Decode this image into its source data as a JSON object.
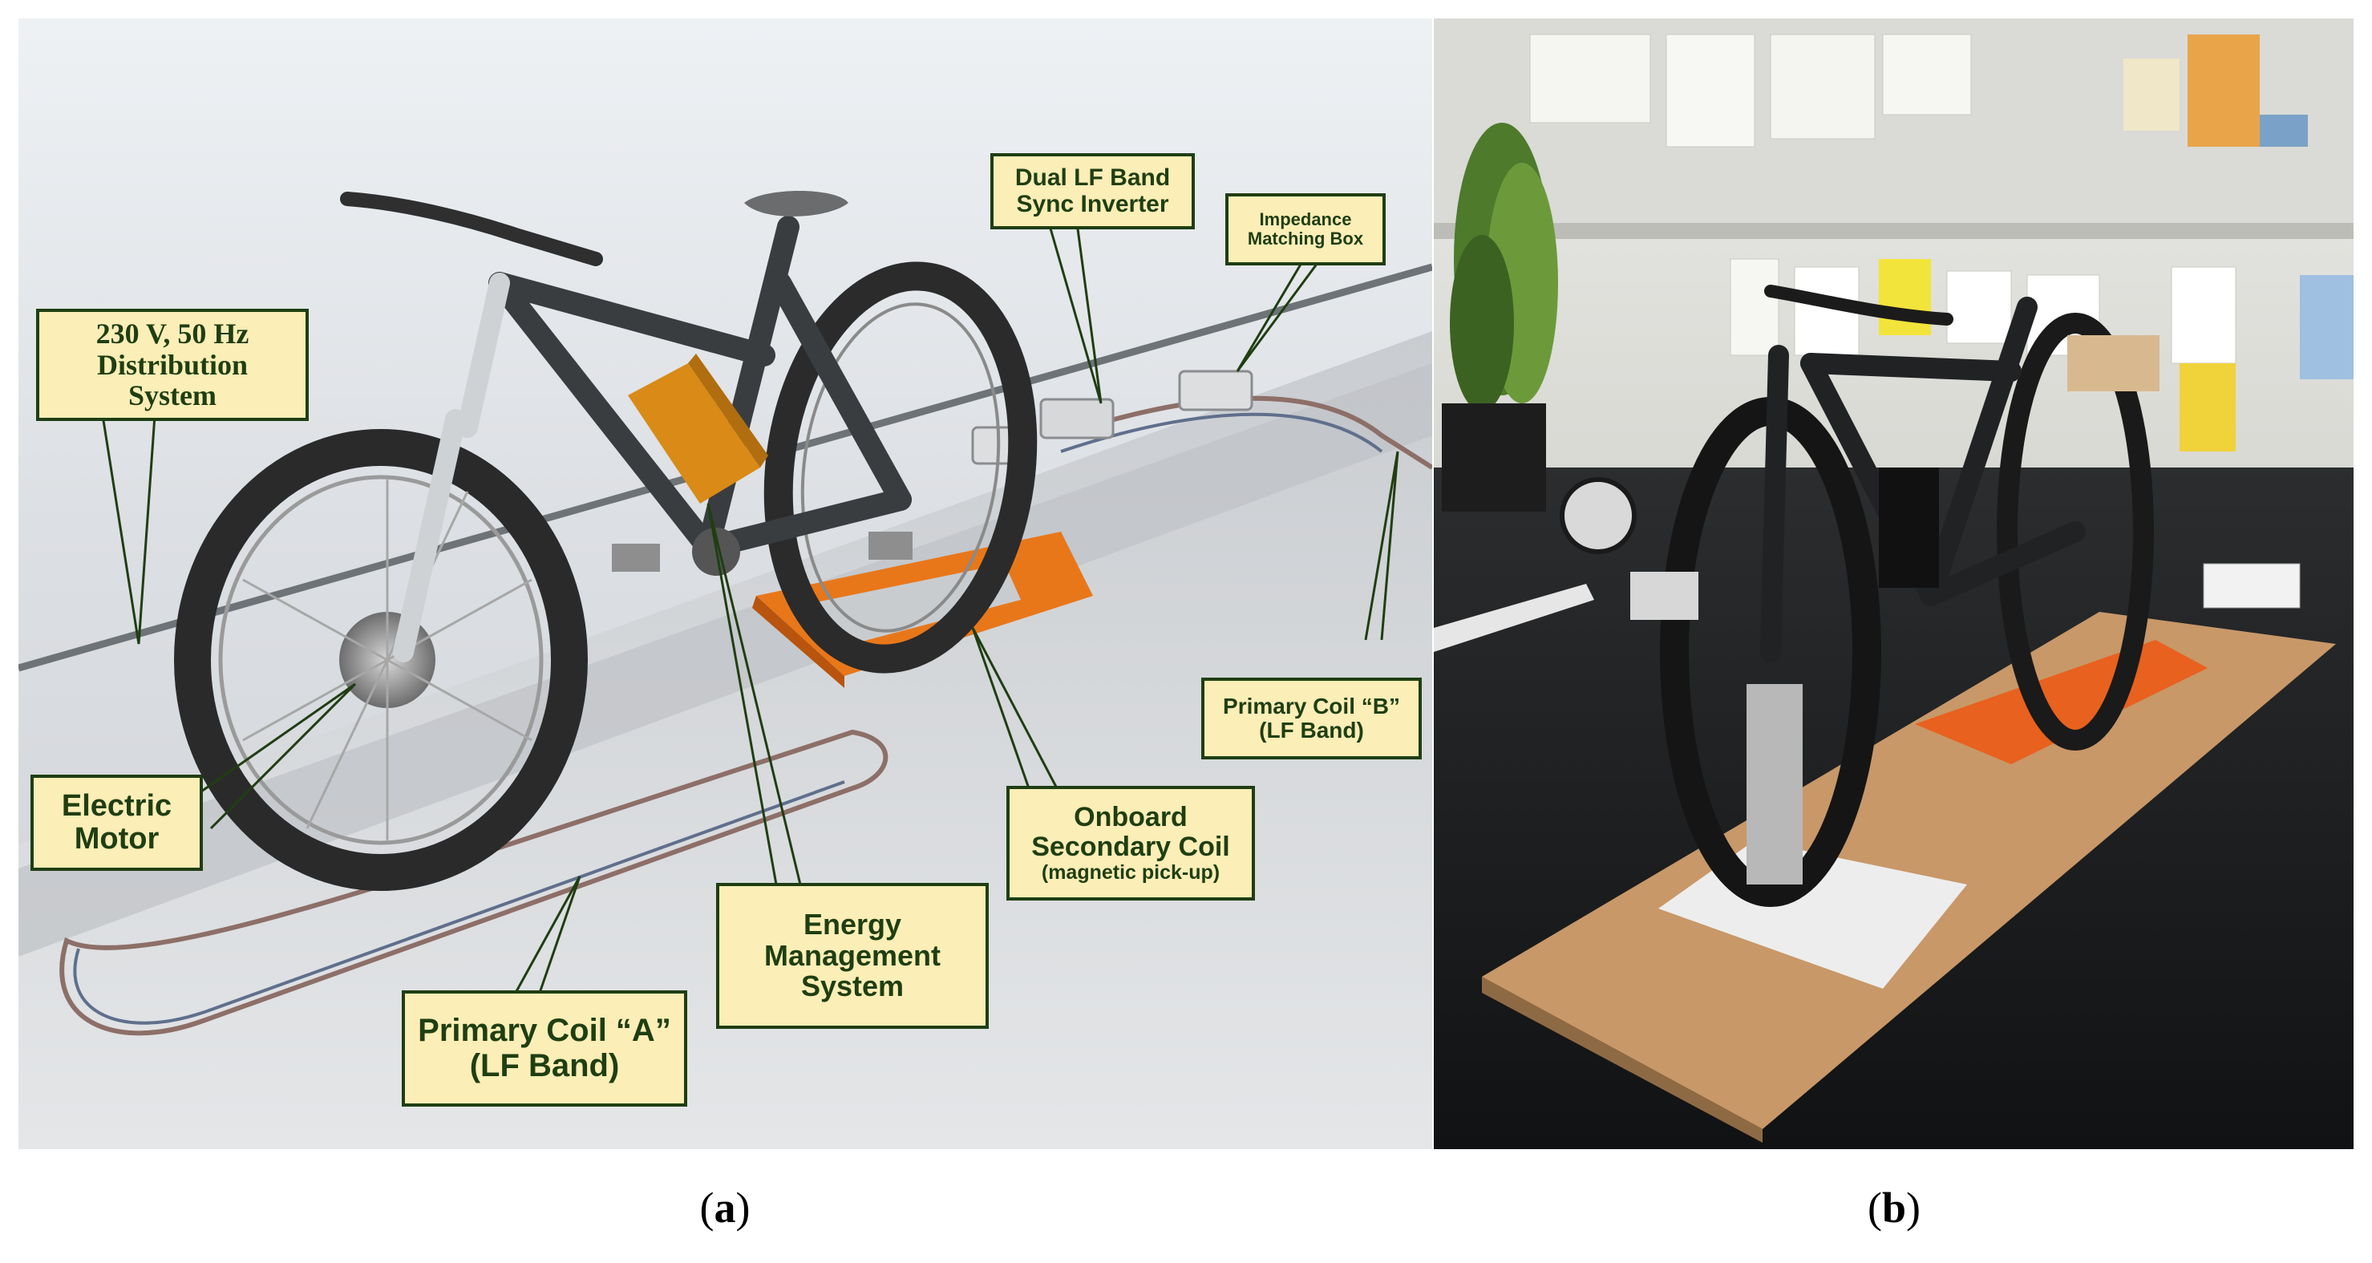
{
  "panel_a": {
    "callouts": {
      "distribution": [
        "230 V, 50 Hz",
        "Distribution",
        "System"
      ],
      "inverter": [
        "Dual LF Band",
        "Sync Inverter"
      ],
      "impedance": [
        "Impedance",
        "Matching Box"
      ],
      "primary_b": [
        "Primary Coil “B”",
        "(LF Band)"
      ],
      "motor": [
        "Electric",
        "Motor"
      ],
      "secondary": [
        "Onboard",
        "Secondary Coil",
        "(magnetic pick-up)"
      ],
      "energy": [
        "Energy",
        "Management",
        "System"
      ],
      "primary_a": [
        "Primary Coil “A”",
        "(LF Band)"
      ]
    },
    "caption_letter": "a"
  },
  "panel_b": {
    "caption_letter": "b"
  },
  "colors": {
    "callout_fill": "#fbeeb6",
    "callout_border": "#1f3e12",
    "coil_orange": "#e8771a",
    "battery_orange": "#d98a17"
  }
}
